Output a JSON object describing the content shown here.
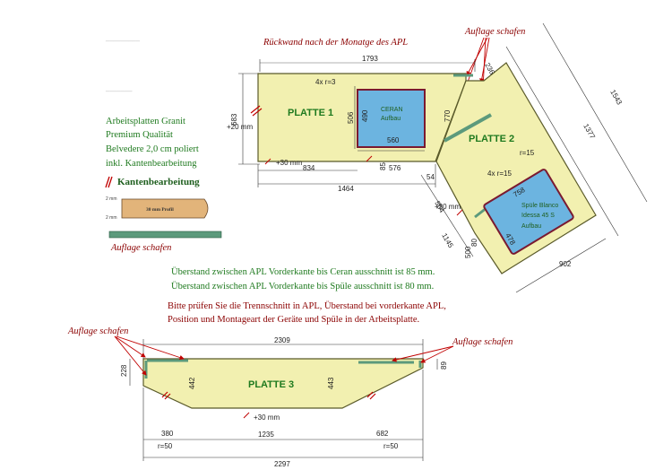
{
  "notes": {
    "backwall": "Rückwand nach der Monatge des APL",
    "auflage_top": "Auflage schafen",
    "auflage_left_legend": "Auflage schafen",
    "auflage_p3_left": "Auflage schafen",
    "auflage_p3_right": "Auflage schafen"
  },
  "material": {
    "line1": "Arbeitsplatten Granit",
    "line2": "Premium Qualität",
    "line3": "Belvedere 2,0 cm poliert",
    "line4": "inkl. Kantenbearbeitung"
  },
  "legend": {
    "title": "Kantenbearbeitung",
    "edge_top": "2 mm",
    "edge_bottom": "2 mm",
    "profile": "30 mm Profil"
  },
  "plates": {
    "p1": "PLATTE 1",
    "p2": "PLATTE 2",
    "p3": "PLATTE 3"
  },
  "ceran": {
    "line1": "CERAN",
    "line2": "Aufbau",
    "w": "560",
    "h": "490",
    "offset": "576"
  },
  "spuele": {
    "line1": "Spüle Blanco",
    "line2": "Idessa 45 S",
    "line3": "Aufbau",
    "w": "758",
    "h": "478"
  },
  "dims": {
    "p1_len": "1793",
    "p1_depth": "683",
    "p1_bottom": "834",
    "p1_total": "1464",
    "p1_side_note": "+20 mm",
    "p1_front_note": "+30 mm",
    "ceran_corner": "4x r=3",
    "ceran_depth": "506",
    "ceran_gap": "85",
    "p2_236": "236",
    "p2_770": "770",
    "p2_1543": "1543",
    "p2_1377": "1377",
    "p2_r15": "r=15",
    "p2_4x_r15": "4x r=15",
    "p2_front_note": "+30 mm",
    "p2_564": "564",
    "p2_54": "54",
    "p2_1145": "1145",
    "p2_80": "80",
    "p2_500": "500",
    "p2_902": "902",
    "p3_len": "2309",
    "p3_228": "228",
    "p3_442": "442",
    "p3_443": "443",
    "p3_89": "89",
    "p3_380": "380",
    "p3_1235": "1235",
    "p3_682": "682",
    "p3_2297": "2297",
    "p3_r50_left": "r=50",
    "p3_r50_right": "r=50",
    "p3_front_note": "+30 mm"
  },
  "info": {
    "line1": "Überstand zwischen APL Vorderkante bis Ceran ausschnitt ist 85 mm.",
    "line2": "Überstand zwischen APL Vorderkante bis Spüle ausschnitt ist 80 mm.",
    "warn1": "Bitte prüfen Sie die Trennschnitt in APL, Überstand bei vorderkante APL,",
    "warn2": "Position und Montageart der Geräte und Spüle in der Arbeitsplatte."
  },
  "colors": {
    "plate_fill": "#f2f0b0",
    "plate_stroke": "#5a5a2a",
    "cutout_fill": "#6cb4e0",
    "cutout_stroke": "#7a1a30",
    "strip": "#5c9a7c",
    "red": "#c00000"
  }
}
